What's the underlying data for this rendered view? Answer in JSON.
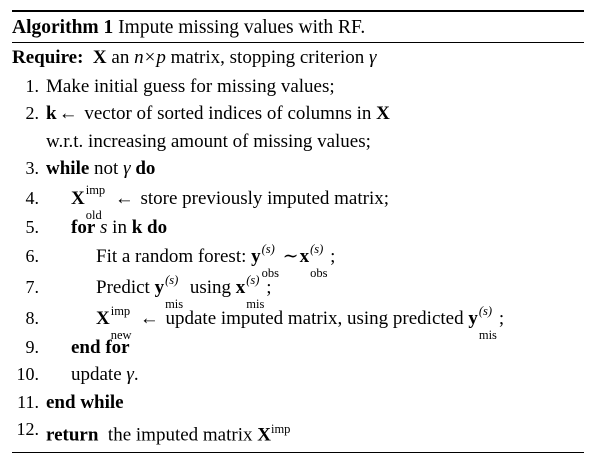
{
  "algorithm": {
    "label": "Algorithm 1",
    "title": "Impute missing values with RF.",
    "require": {
      "keyword": "Require:",
      "matrix_symbol": "X",
      "text_an": "an",
      "dim_n": "n",
      "times": "×",
      "dim_p": "p",
      "text_matrix": "matrix, stopping criterion",
      "gamma": "γ"
    },
    "lines": [
      {
        "number": "1.",
        "indent": 0,
        "text": "Make initial guess for missing values;"
      },
      {
        "number": "2.",
        "indent": 0,
        "symbol_k": "k",
        "arrow": "←",
        "text": "vector of sorted indices of columns in",
        "symbol_X": "X",
        "continuation": "w.r.t. increasing amount of missing values;"
      },
      {
        "number": "3.",
        "indent": 0,
        "kw_while": "while",
        "text_not": "not",
        "gamma": "γ",
        "kw_do": "do"
      },
      {
        "number": "4.",
        "indent": 1,
        "symbol_X": "X",
        "sup": "imp",
        "sub": "old",
        "arrow": "←",
        "text": "store previously imputed matrix;"
      },
      {
        "number": "5.",
        "indent": 1,
        "kw_for": "for",
        "var_s": "s",
        "text_in": "in",
        "symbol_k": "k",
        "kw_do": "do"
      },
      {
        "number": "6.",
        "indent": 2,
        "text_fit": "Fit a random forest:",
        "symbol_y": "y",
        "sup_s": "(s)",
        "sub_obs": "obs",
        "sim": "∼",
        "symbol_x": "x",
        "sup_s2": "(s)",
        "sub_obs2": "obs",
        "semicolon": ";"
      },
      {
        "number": "7.",
        "indent": 2,
        "text_predict": "Predict",
        "symbol_y": "y",
        "sup_s": "(s)",
        "sub_mis": "mis",
        "text_using": "using",
        "symbol_x": "x",
        "sup_s2": "(s)",
        "sub_mis2": "mis",
        "semicolon": ";"
      },
      {
        "number": "8.",
        "indent": 2,
        "symbol_X": "X",
        "sup": "imp",
        "sub": "new",
        "arrow": "←",
        "text": "update imputed matrix, using predicted",
        "symbol_y": "y",
        "sup_s": "(s)",
        "sub_mis": "mis",
        "semicolon": ";"
      },
      {
        "number": "9.",
        "indent": 1,
        "kw_end_for": "end for"
      },
      {
        "number": "10.",
        "indent": 1,
        "text_update": "update",
        "gamma": "γ",
        "period": "."
      },
      {
        "number": "11.",
        "indent": 0,
        "kw_end_while": "end while"
      },
      {
        "number": "12.",
        "indent": 0,
        "kw_return": "return",
        "text": "the imputed matrix",
        "symbol_X": "X",
        "sup": "imp"
      }
    ]
  },
  "colors": {
    "text": "#000000",
    "background": "#ffffff",
    "rule": "#000000"
  }
}
